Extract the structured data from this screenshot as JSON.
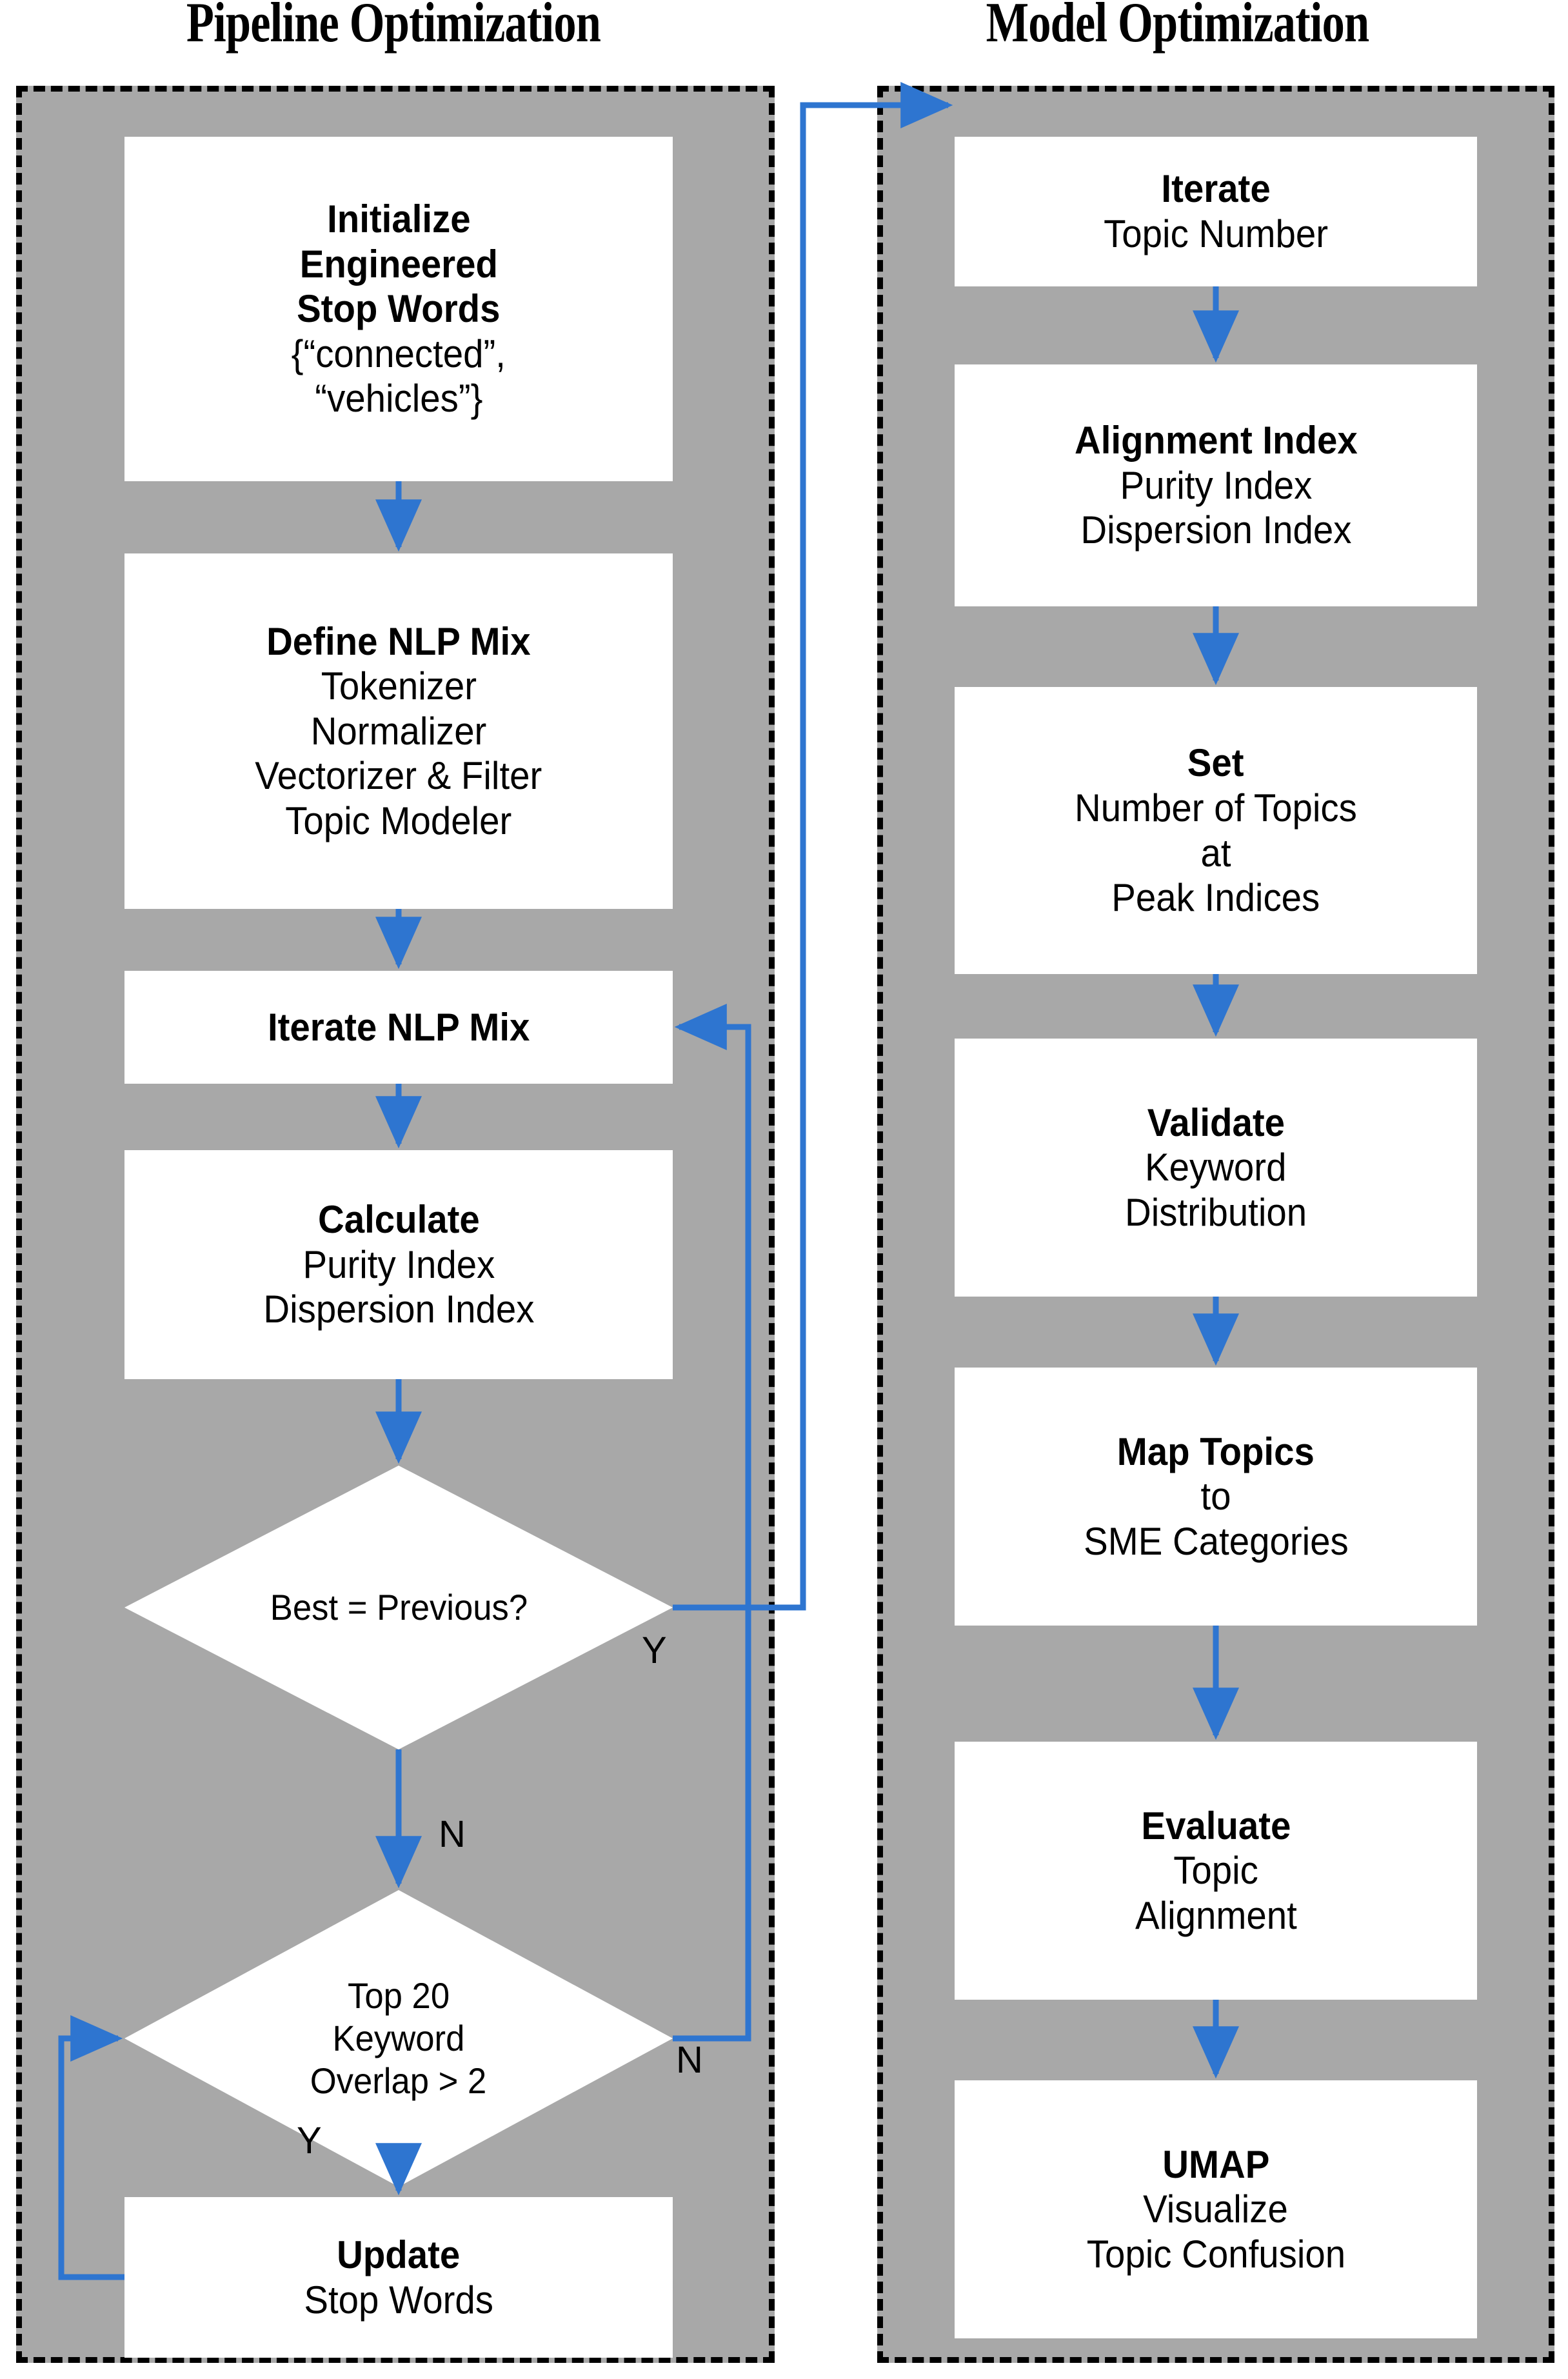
{
  "columns": [
    {
      "id": "pipeline",
      "title": "Pipeline Optimization"
    },
    {
      "id": "model",
      "title": "Model Optimization"
    }
  ],
  "colors": {
    "panel_fill": "#a8a8a8",
    "panel_border": "#000000",
    "node_fill": "#ffffff",
    "arrow": "#2e75d0",
    "text": "#000000",
    "page_background": "#ffffff"
  },
  "pipeline_nodes": [
    {
      "id": "initialize-stop-words",
      "lines": [
        {
          "text": "Initialize",
          "bold": true
        },
        {
          "text": "Engineered",
          "bold": true
        },
        {
          "text": "Stop Words",
          "bold": true
        },
        {
          "text": "{“connected”,",
          "bold": false
        },
        {
          "text": "“vehicles”}",
          "bold": false
        }
      ]
    },
    {
      "id": "define-nlp-mix",
      "lines": [
        {
          "text": "Define NLP Mix",
          "bold": true
        },
        {
          "text": "Tokenizer",
          "bold": false
        },
        {
          "text": "Normalizer",
          "bold": false
        },
        {
          "text": "Vectorizer & Filter",
          "bold": false
        },
        {
          "text": "Topic Modeler",
          "bold": false
        }
      ]
    },
    {
      "id": "iterate-nlp-mix",
      "lines": [
        {
          "text": "Iterate NLP Mix",
          "bold": true
        }
      ]
    },
    {
      "id": "calculate-indices",
      "lines": [
        {
          "text": "Calculate",
          "bold": true
        },
        {
          "text": "Purity Index",
          "bold": false
        },
        {
          "text": "Dispersion Index",
          "bold": false
        }
      ]
    },
    {
      "id": "update-stop-words",
      "lines": [
        {
          "text": "Update",
          "bold": true
        },
        {
          "text": "Stop Words",
          "bold": false
        }
      ]
    }
  ],
  "pipeline_decisions": [
    {
      "id": "best-equals-previous",
      "lines": [
        {
          "text": "Best = Previous?"
        }
      ],
      "yes_label": "Y",
      "no_label": "N"
    },
    {
      "id": "top-20-keyword-overlap",
      "lines": [
        {
          "text": "Top 20"
        },
        {
          "text": "Keyword"
        },
        {
          "text": "Overlap > 2"
        }
      ],
      "yes_label": "Y",
      "no_label": "N"
    }
  ],
  "model_nodes": [
    {
      "id": "iterate-topic-number",
      "lines": [
        {
          "text": "Iterate",
          "bold": true
        },
        {
          "text": "Topic Number",
          "bold": false
        }
      ]
    },
    {
      "id": "alignment-index",
      "lines": [
        {
          "text": "Alignment Index",
          "bold": true
        },
        {
          "text": "Purity Index",
          "bold": false
        },
        {
          "text": "Dispersion Index",
          "bold": false
        }
      ]
    },
    {
      "id": "set-number-of-topics",
      "lines": [
        {
          "text": "Set",
          "bold": true
        },
        {
          "text": "Number  of Topics",
          "bold": false
        },
        {
          "text": "at",
          "bold": false
        },
        {
          "text": "Peak Indices",
          "bold": false
        }
      ]
    },
    {
      "id": "validate-keyword-distribution",
      "lines": [
        {
          "text": "Validate",
          "bold": true
        },
        {
          "text": "Keyword",
          "bold": false
        },
        {
          "text": "Distribution",
          "bold": false
        }
      ]
    },
    {
      "id": "map-topics-to-sme",
      "lines": [
        {
          "text": "Map Topics",
          "bold": true
        },
        {
          "text": "to",
          "bold": false
        },
        {
          "text": "SME Categories",
          "bold": false
        }
      ]
    },
    {
      "id": "evaluate-topic-alignment",
      "lines": [
        {
          "text": "Evaluate",
          "bold": true
        },
        {
          "text": "Topic",
          "bold": false
        },
        {
          "text": "Alignment",
          "bold": false
        }
      ]
    },
    {
      "id": "umap-visualize",
      "lines": [
        {
          "text": "UMAP",
          "bold": true
        },
        {
          "text": "Visualize",
          "bold": false
        },
        {
          "text": "Topic Confusion",
          "bold": false
        }
      ]
    }
  ],
  "edge_labels": {
    "best_previous_yes": "Y",
    "best_previous_no": "N",
    "overlap_no": "N",
    "overlap_yes": "Y"
  }
}
